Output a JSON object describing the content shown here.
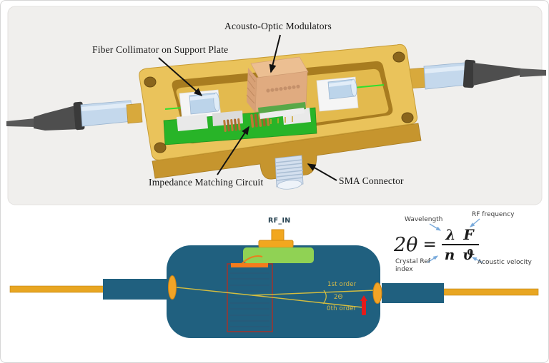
{
  "top_panel": {
    "description_labels": {
      "aom": "Acousto-Optic Modulators",
      "fiber_collimator": "Fiber Collimator on Support Plate",
      "impedance": "Impedance Matching Circuit",
      "sma": "SMA Connector"
    }
  },
  "schematic": {
    "rf_input_label": "RF_IN",
    "beam_labels": {
      "first_order": "1st order",
      "deflection_angle": "2Θ",
      "zeroth_order": "0th order"
    },
    "formula": {
      "lhs": "2θ",
      "equals": "=",
      "numerator": "λ F",
      "denominator": "n ϑ",
      "annotations": {
        "wavelength": "Wavelength",
        "rf_frequency": "RF frequency",
        "crystal_ref_index_line1": "Crystal Ref",
        "crystal_ref_index_line2": "index",
        "acoustic_velocity": "Acoustic velocity"
      }
    }
  },
  "colors": {
    "enclosure_gold": "#eac35b",
    "modulator_body_teal": "#20607f",
    "fiber_yellow": "#e8a622",
    "transducer_green": "#90d254",
    "pcb_green": "#2bb42b",
    "beam_yellow": "#d4bd3f",
    "beam_stop_red": "#e51a1a",
    "crystal_outline_maroon": "#8e3a3a",
    "annotation_arrow_blue": "#7aabdc"
  }
}
